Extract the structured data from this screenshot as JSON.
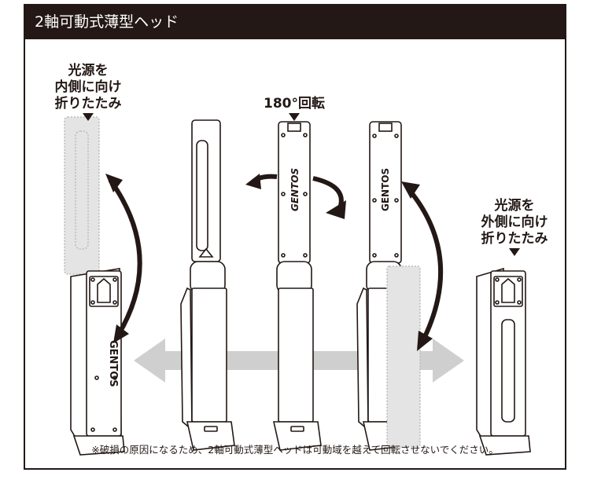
{
  "title": "2軸可動式薄型ヘッド",
  "labels": {
    "inward_fold": "光源を\n内側に向け\n折りたたみ",
    "rotate": "180°回転",
    "outward_fold": "光源を\n外側に向け\n折りたたみ"
  },
  "brand_text": "GENTOS",
  "footnote": "※破損の原因になるため、2軸可動式薄型ヘッドは可動域を越えて回転させないでください。",
  "colors": {
    "ink": "#231815",
    "arrow_gray": "#cfcfcf",
    "ghost_fill": "#e4e4e4"
  },
  "icons": [
    "down-triangle-icon",
    "curved-double-arrow-icon",
    "rotate-arrow-icon",
    "horizontal-double-arrow-icon"
  ]
}
